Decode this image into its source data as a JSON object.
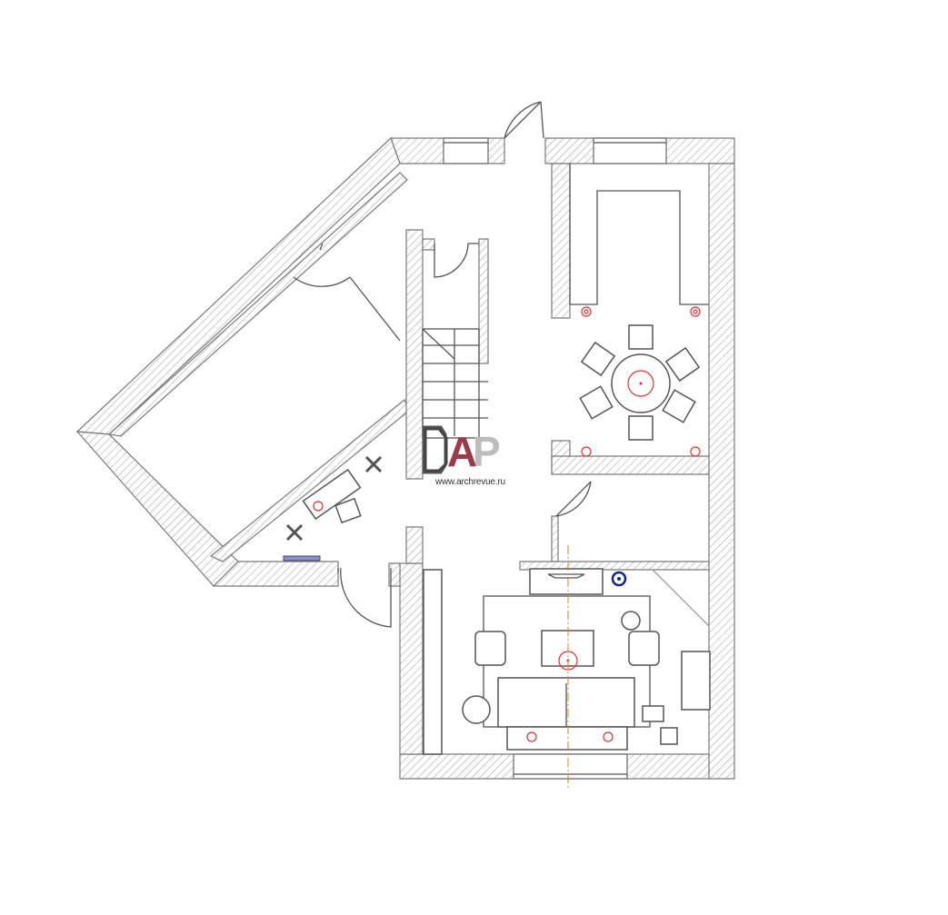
{
  "logo": {
    "letter_a": "A",
    "letter_p": "P",
    "letters": "DAP",
    "url": "www.archrevue.ru",
    "color_a": "#9b3b49",
    "color_p": "#bdbdbd"
  }
}
